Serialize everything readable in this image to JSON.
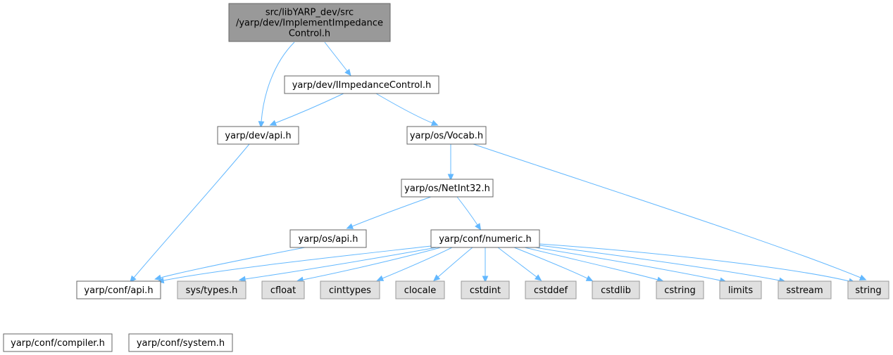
{
  "diagram": {
    "type": "include-dependency-graph",
    "colors": {
      "edge": "#63b8ff",
      "root_fill": "#999999",
      "root_border": "#666666",
      "node_fill": "#ffffff",
      "node_border": "#666666",
      "external_fill": "#e0e0e0",
      "external_border": "#999999"
    },
    "nodes": [
      {
        "id": "root",
        "kind": "root",
        "lines": [
          "src/libYARP_dev/src",
          "/yarp/dev/ImplementImpedance",
          "Control.h"
        ]
      },
      {
        "id": "iimp",
        "kind": "file",
        "lines": [
          "yarp/dev/IImpedanceControl.h"
        ]
      },
      {
        "id": "devapi",
        "kind": "file",
        "lines": [
          "yarp/dev/api.h"
        ]
      },
      {
        "id": "vocab",
        "kind": "file",
        "lines": [
          "yarp/os/Vocab.h"
        ]
      },
      {
        "id": "netint",
        "kind": "file",
        "lines": [
          "yarp/os/NetInt32.h"
        ]
      },
      {
        "id": "osapi",
        "kind": "file",
        "lines": [
          "yarp/os/api.h"
        ]
      },
      {
        "id": "numeric",
        "kind": "file",
        "lines": [
          "yarp/conf/numeric.h"
        ]
      },
      {
        "id": "confapi",
        "kind": "file",
        "lines": [
          "yarp/conf/api.h"
        ]
      },
      {
        "id": "systypes",
        "kind": "external",
        "lines": [
          "sys/types.h"
        ]
      },
      {
        "id": "cfloat",
        "kind": "external",
        "lines": [
          "cfloat"
        ]
      },
      {
        "id": "cinttypes",
        "kind": "external",
        "lines": [
          "cinttypes"
        ]
      },
      {
        "id": "clocale",
        "kind": "external",
        "lines": [
          "clocale"
        ]
      },
      {
        "id": "cstdint",
        "kind": "external",
        "lines": [
          "cstdint"
        ]
      },
      {
        "id": "cstddef",
        "kind": "external",
        "lines": [
          "cstddef"
        ]
      },
      {
        "id": "cstdlib",
        "kind": "external",
        "lines": [
          "cstdlib"
        ]
      },
      {
        "id": "cstring",
        "kind": "external",
        "lines": [
          "cstring"
        ]
      },
      {
        "id": "limits",
        "kind": "external",
        "lines": [
          "limits"
        ]
      },
      {
        "id": "sstream",
        "kind": "external",
        "lines": [
          "sstream"
        ]
      },
      {
        "id": "string",
        "kind": "external",
        "lines": [
          "string"
        ]
      },
      {
        "id": "compiler",
        "kind": "file",
        "lines": [
          "yarp/conf/compiler.h"
        ]
      },
      {
        "id": "system",
        "kind": "file",
        "lines": [
          "yarp/conf/system.h"
        ]
      }
    ],
    "edges": [
      [
        "root",
        "iimp"
      ],
      [
        "root",
        "devapi"
      ],
      [
        "iimp",
        "devapi"
      ],
      [
        "iimp",
        "vocab"
      ],
      [
        "devapi",
        "confapi"
      ],
      [
        "vocab",
        "netint"
      ],
      [
        "vocab",
        "string"
      ],
      [
        "netint",
        "osapi"
      ],
      [
        "netint",
        "numeric"
      ],
      [
        "osapi",
        "confapi"
      ],
      [
        "numeric",
        "confapi"
      ],
      [
        "numeric",
        "systypes"
      ],
      [
        "numeric",
        "cfloat"
      ],
      [
        "numeric",
        "cinttypes"
      ],
      [
        "numeric",
        "clocale"
      ],
      [
        "numeric",
        "cstdint"
      ],
      [
        "numeric",
        "cstddef"
      ],
      [
        "numeric",
        "cstdlib"
      ],
      [
        "numeric",
        "cstring"
      ],
      [
        "numeric",
        "limits"
      ],
      [
        "numeric",
        "sstream"
      ],
      [
        "numeric",
        "string"
      ],
      [
        "confapi",
        "compiler"
      ],
      [
        "confapi",
        "system"
      ]
    ]
  }
}
